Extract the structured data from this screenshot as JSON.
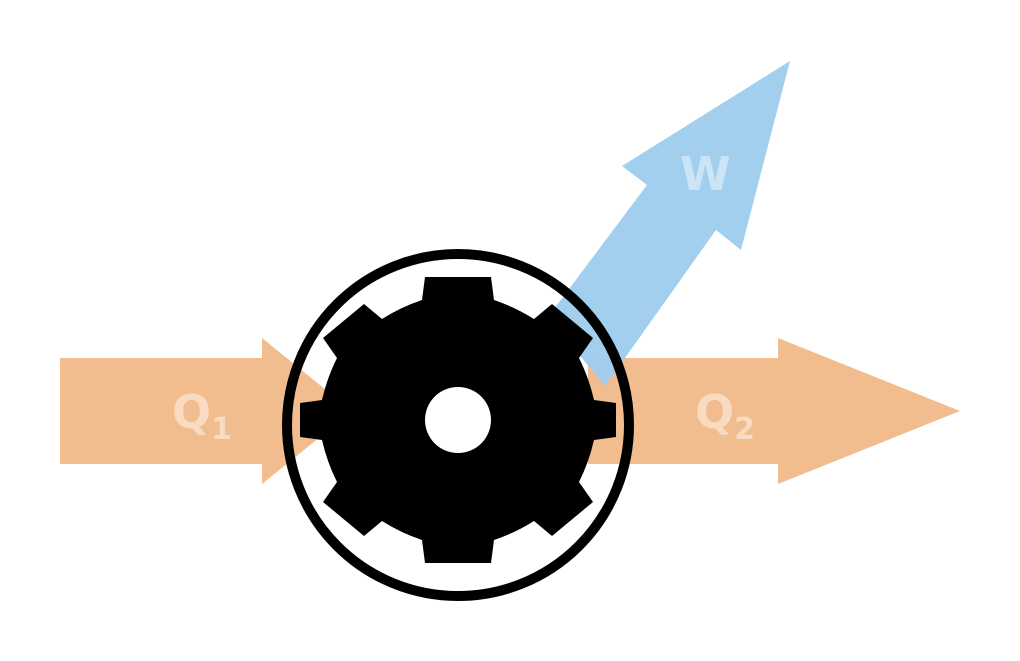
{
  "labels": {
    "heat_in": "Q",
    "heat_in_sub": "1",
    "heat_out": "Q",
    "heat_out_sub": "2",
    "work": "W"
  },
  "colors": {
    "heat_arrow": "#f2bd8e",
    "work_arrow": "#9fcdee",
    "engine": "#000000",
    "label_text": "#ffffff"
  },
  "icons": {
    "engine": "gear-icon"
  }
}
